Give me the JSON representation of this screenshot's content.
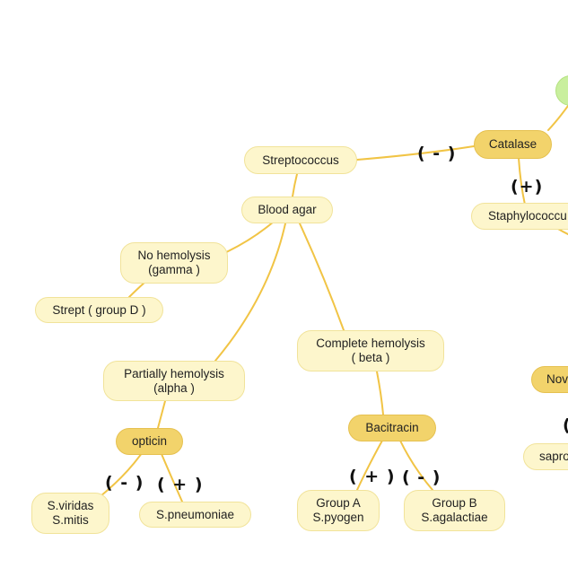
{
  "colors": {
    "edge": "#f1c445",
    "node_light": "#fdf6cc",
    "node_dark": "#f2d36b",
    "node_green": "#c9ef9e"
  },
  "nodes": {
    "streptococcus": "Streptococcus",
    "catalase": "Catalase",
    "staphylococcus": "Staphylococcu",
    "blood_agar": "Blood agar",
    "no_hemolysis": "No hemolysis\n(gamma )",
    "strept_group_d": "Strept ( group D )",
    "complete_hemolysis": "Complete hemolysis\n( beta )",
    "partial_hemolysis": "Partially hemolysis\n(alpha )",
    "opticin": "opticin",
    "bacitracin": "Bacitracin",
    "s_viridans": "S.viridas\nS.mitis",
    "s_pneumoniae": "S.pneumoniae",
    "group_a": "Group A\nS.pyogen",
    "group_b": "Group B\nS.agalactiae",
    "novobiocin": "Nov",
    "saprophyticus": "sapro"
  },
  "signs": {
    "catalase_negative": "( - )",
    "catalase_positive": "(+)",
    "opticin_negative": "( - )",
    "opticin_positive": "( + )",
    "bacitracin_positive": "( + )",
    "bacitracin_negative": "( - )",
    "novobiocin_partial": "("
  }
}
